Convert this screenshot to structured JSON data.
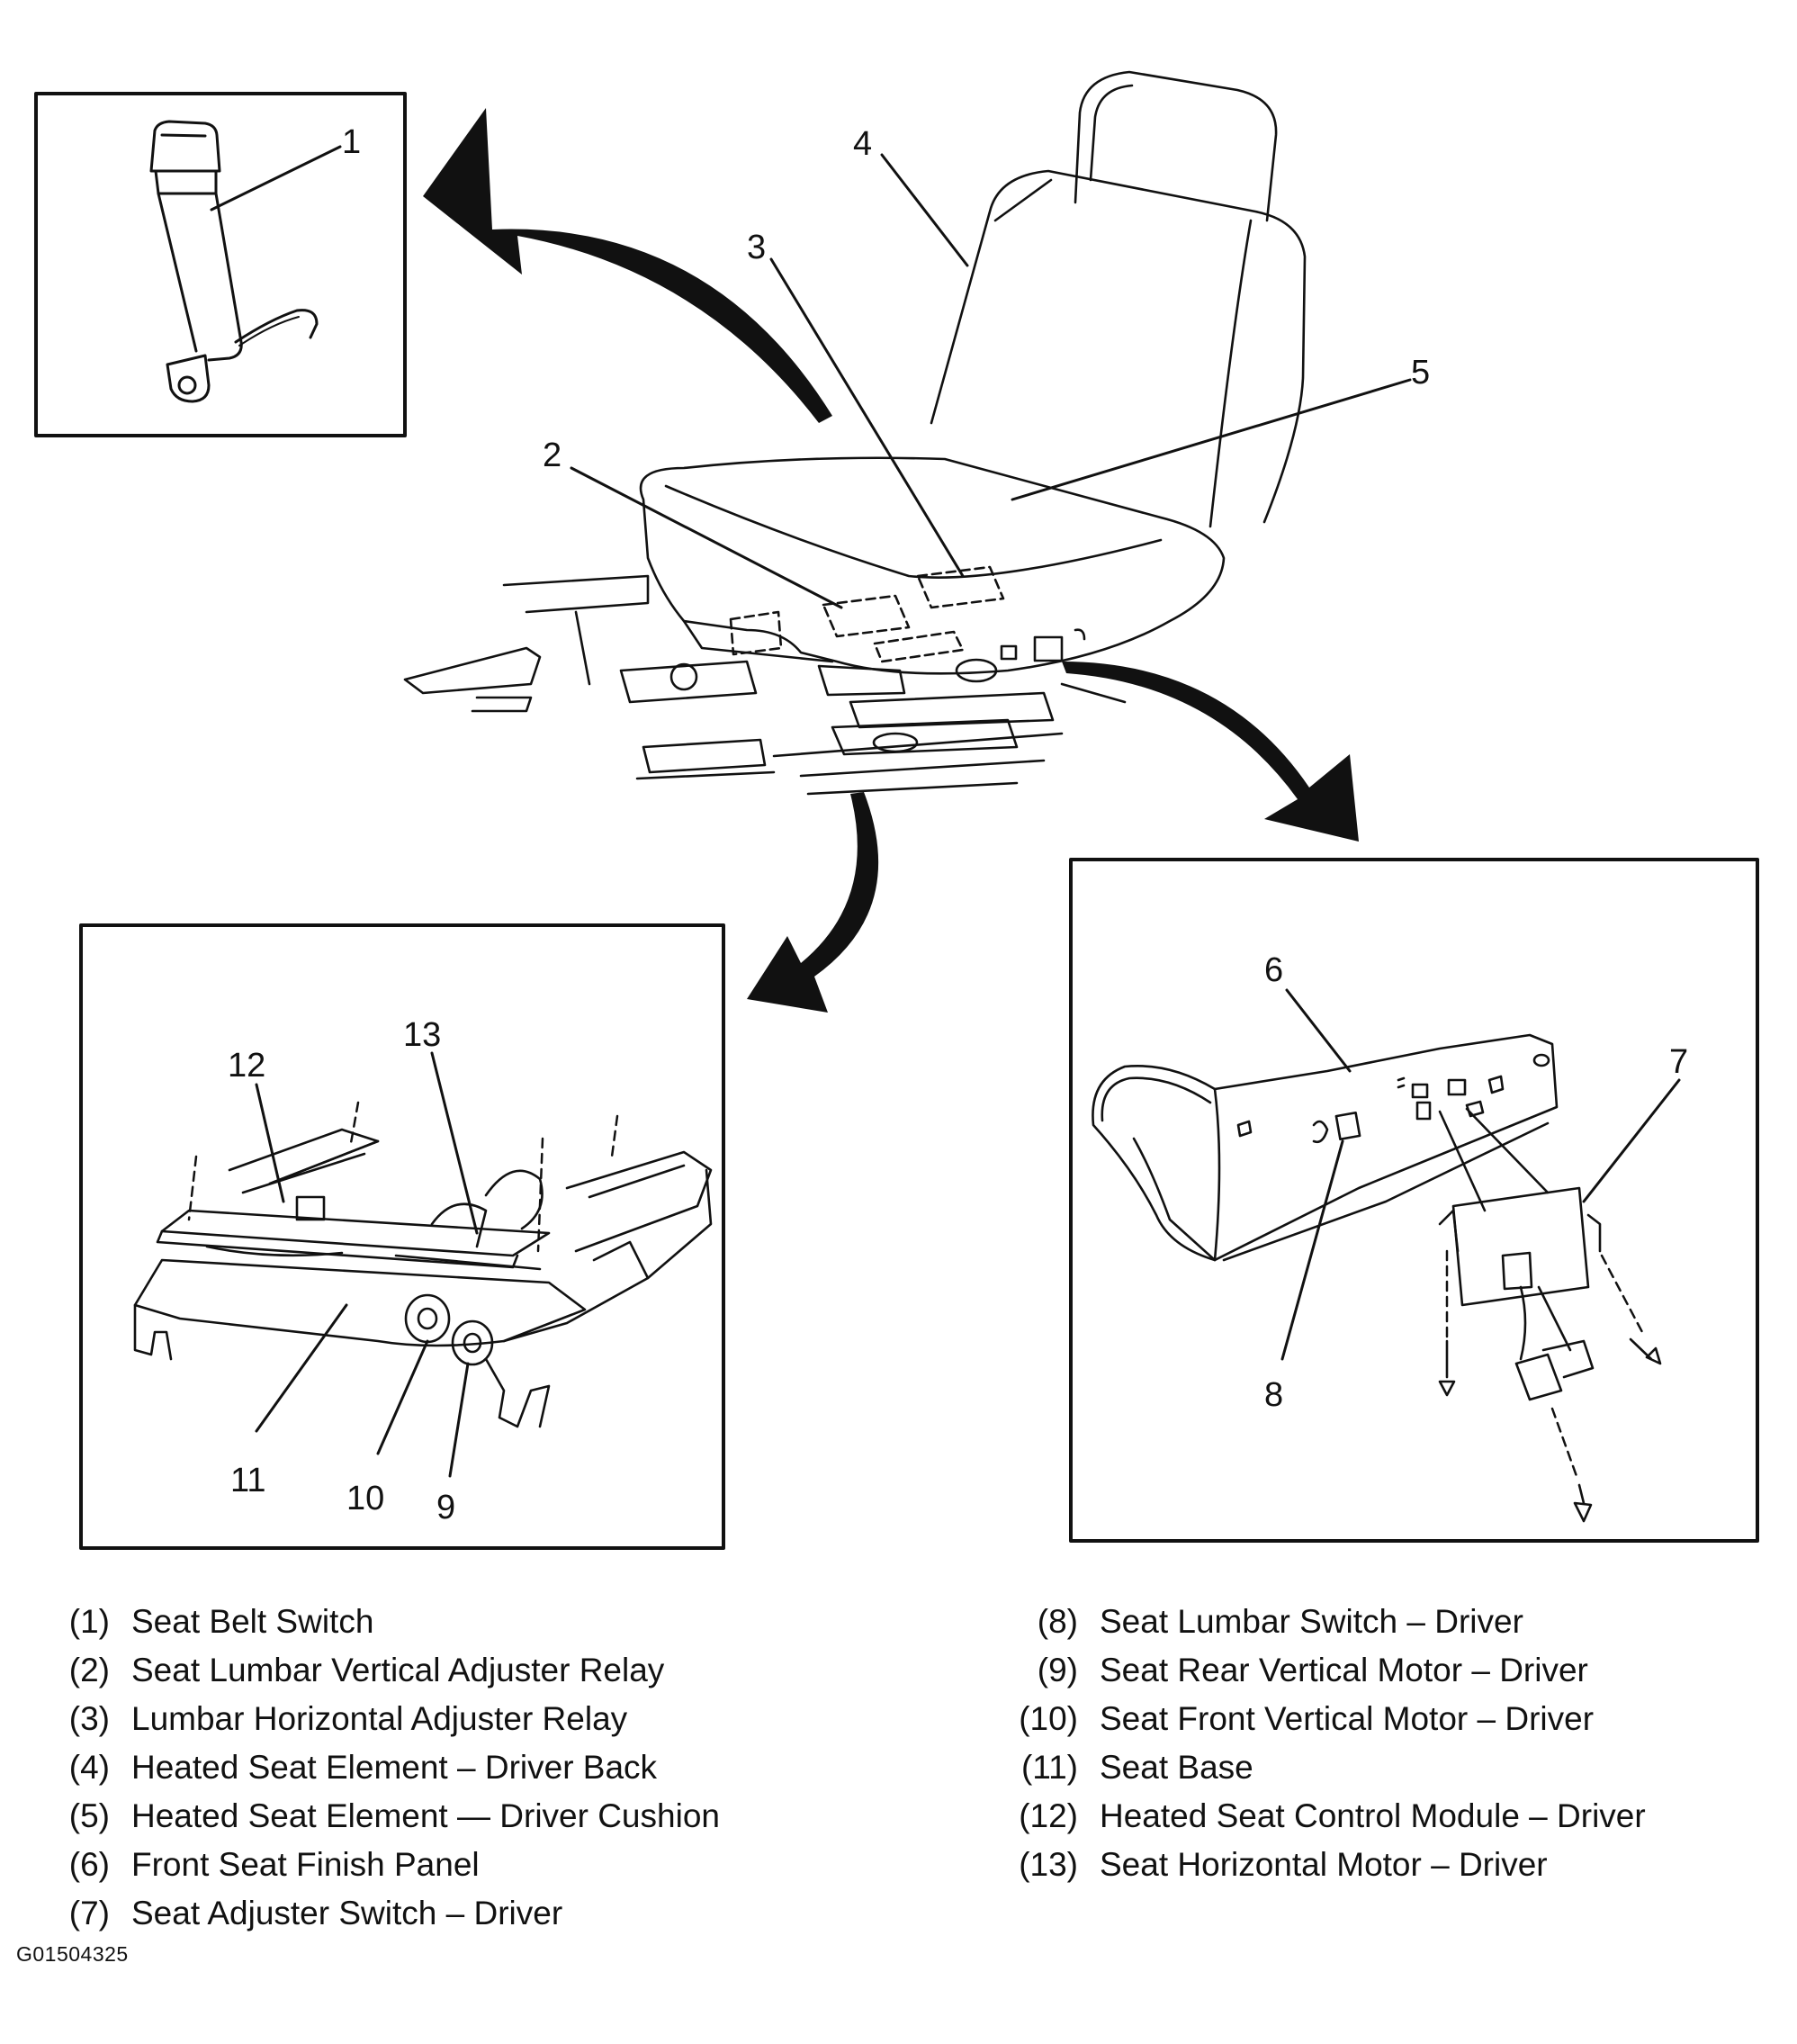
{
  "callouts": [
    "1",
    "2",
    "3",
    "4",
    "5",
    "6",
    "7",
    "8",
    "9",
    "10",
    "11",
    "12",
    "13"
  ],
  "legend": [
    {
      "num": "(1)",
      "text": "Seat Belt Switch"
    },
    {
      "num": "(2)",
      "text": "Seat Lumbar Vertical Adjuster Relay"
    },
    {
      "num": "(3)",
      "text": "Lumbar Horizontal Adjuster Relay"
    },
    {
      "num": "(4)",
      "text": "Heated Seat Element – Driver Back"
    },
    {
      "num": "(5)",
      "text": "Heated Seat Element — Driver Cushion"
    },
    {
      "num": "(6)",
      "text": "Front Seat Finish Panel"
    },
    {
      "num": "(7)",
      "text": "Seat Adjuster Switch – Driver"
    },
    {
      "num": "(8)",
      "text": "Seat Lumbar Switch – Driver"
    },
    {
      "num": "(9)",
      "text": "Seat Rear Vertical Motor – Driver"
    },
    {
      "num": "(10)",
      "text": "Seat Front Vertical Motor – Driver"
    },
    {
      "num": "(11)",
      "text": "Seat Base"
    },
    {
      "num": "(12)",
      "text": "Heated Seat Control Module – Driver"
    },
    {
      "num": "(13)",
      "text": "Seat Horizontal Motor – Driver"
    }
  ],
  "figure_id": "G01504325"
}
